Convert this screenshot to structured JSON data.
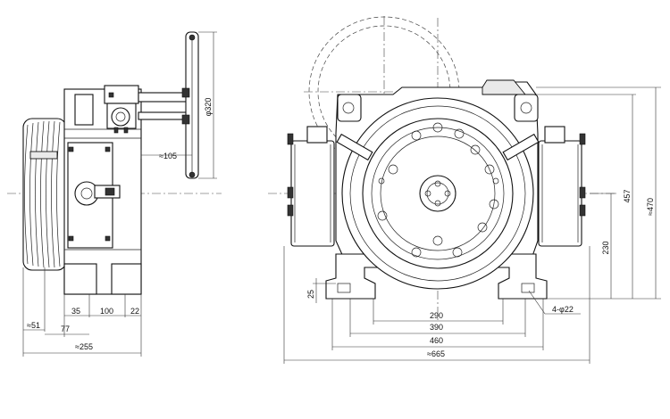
{
  "dimensions": {
    "side_view": {
      "handwheel_dia": "φ320",
      "handwheel_offset": "≈105",
      "left_51": "≈51",
      "left_77": "77",
      "foot_35": "35",
      "foot_100": "100",
      "foot_22": "22",
      "overall": "≈255"
    },
    "front_view": {
      "height_457": "457",
      "height_470": "≈470",
      "shaft_230": "230",
      "foot_25": "25",
      "span_290": "290",
      "span_390": "390",
      "span_460": "460",
      "overall_665": "≈665",
      "bolt_holes": "4-φ22"
    }
  }
}
